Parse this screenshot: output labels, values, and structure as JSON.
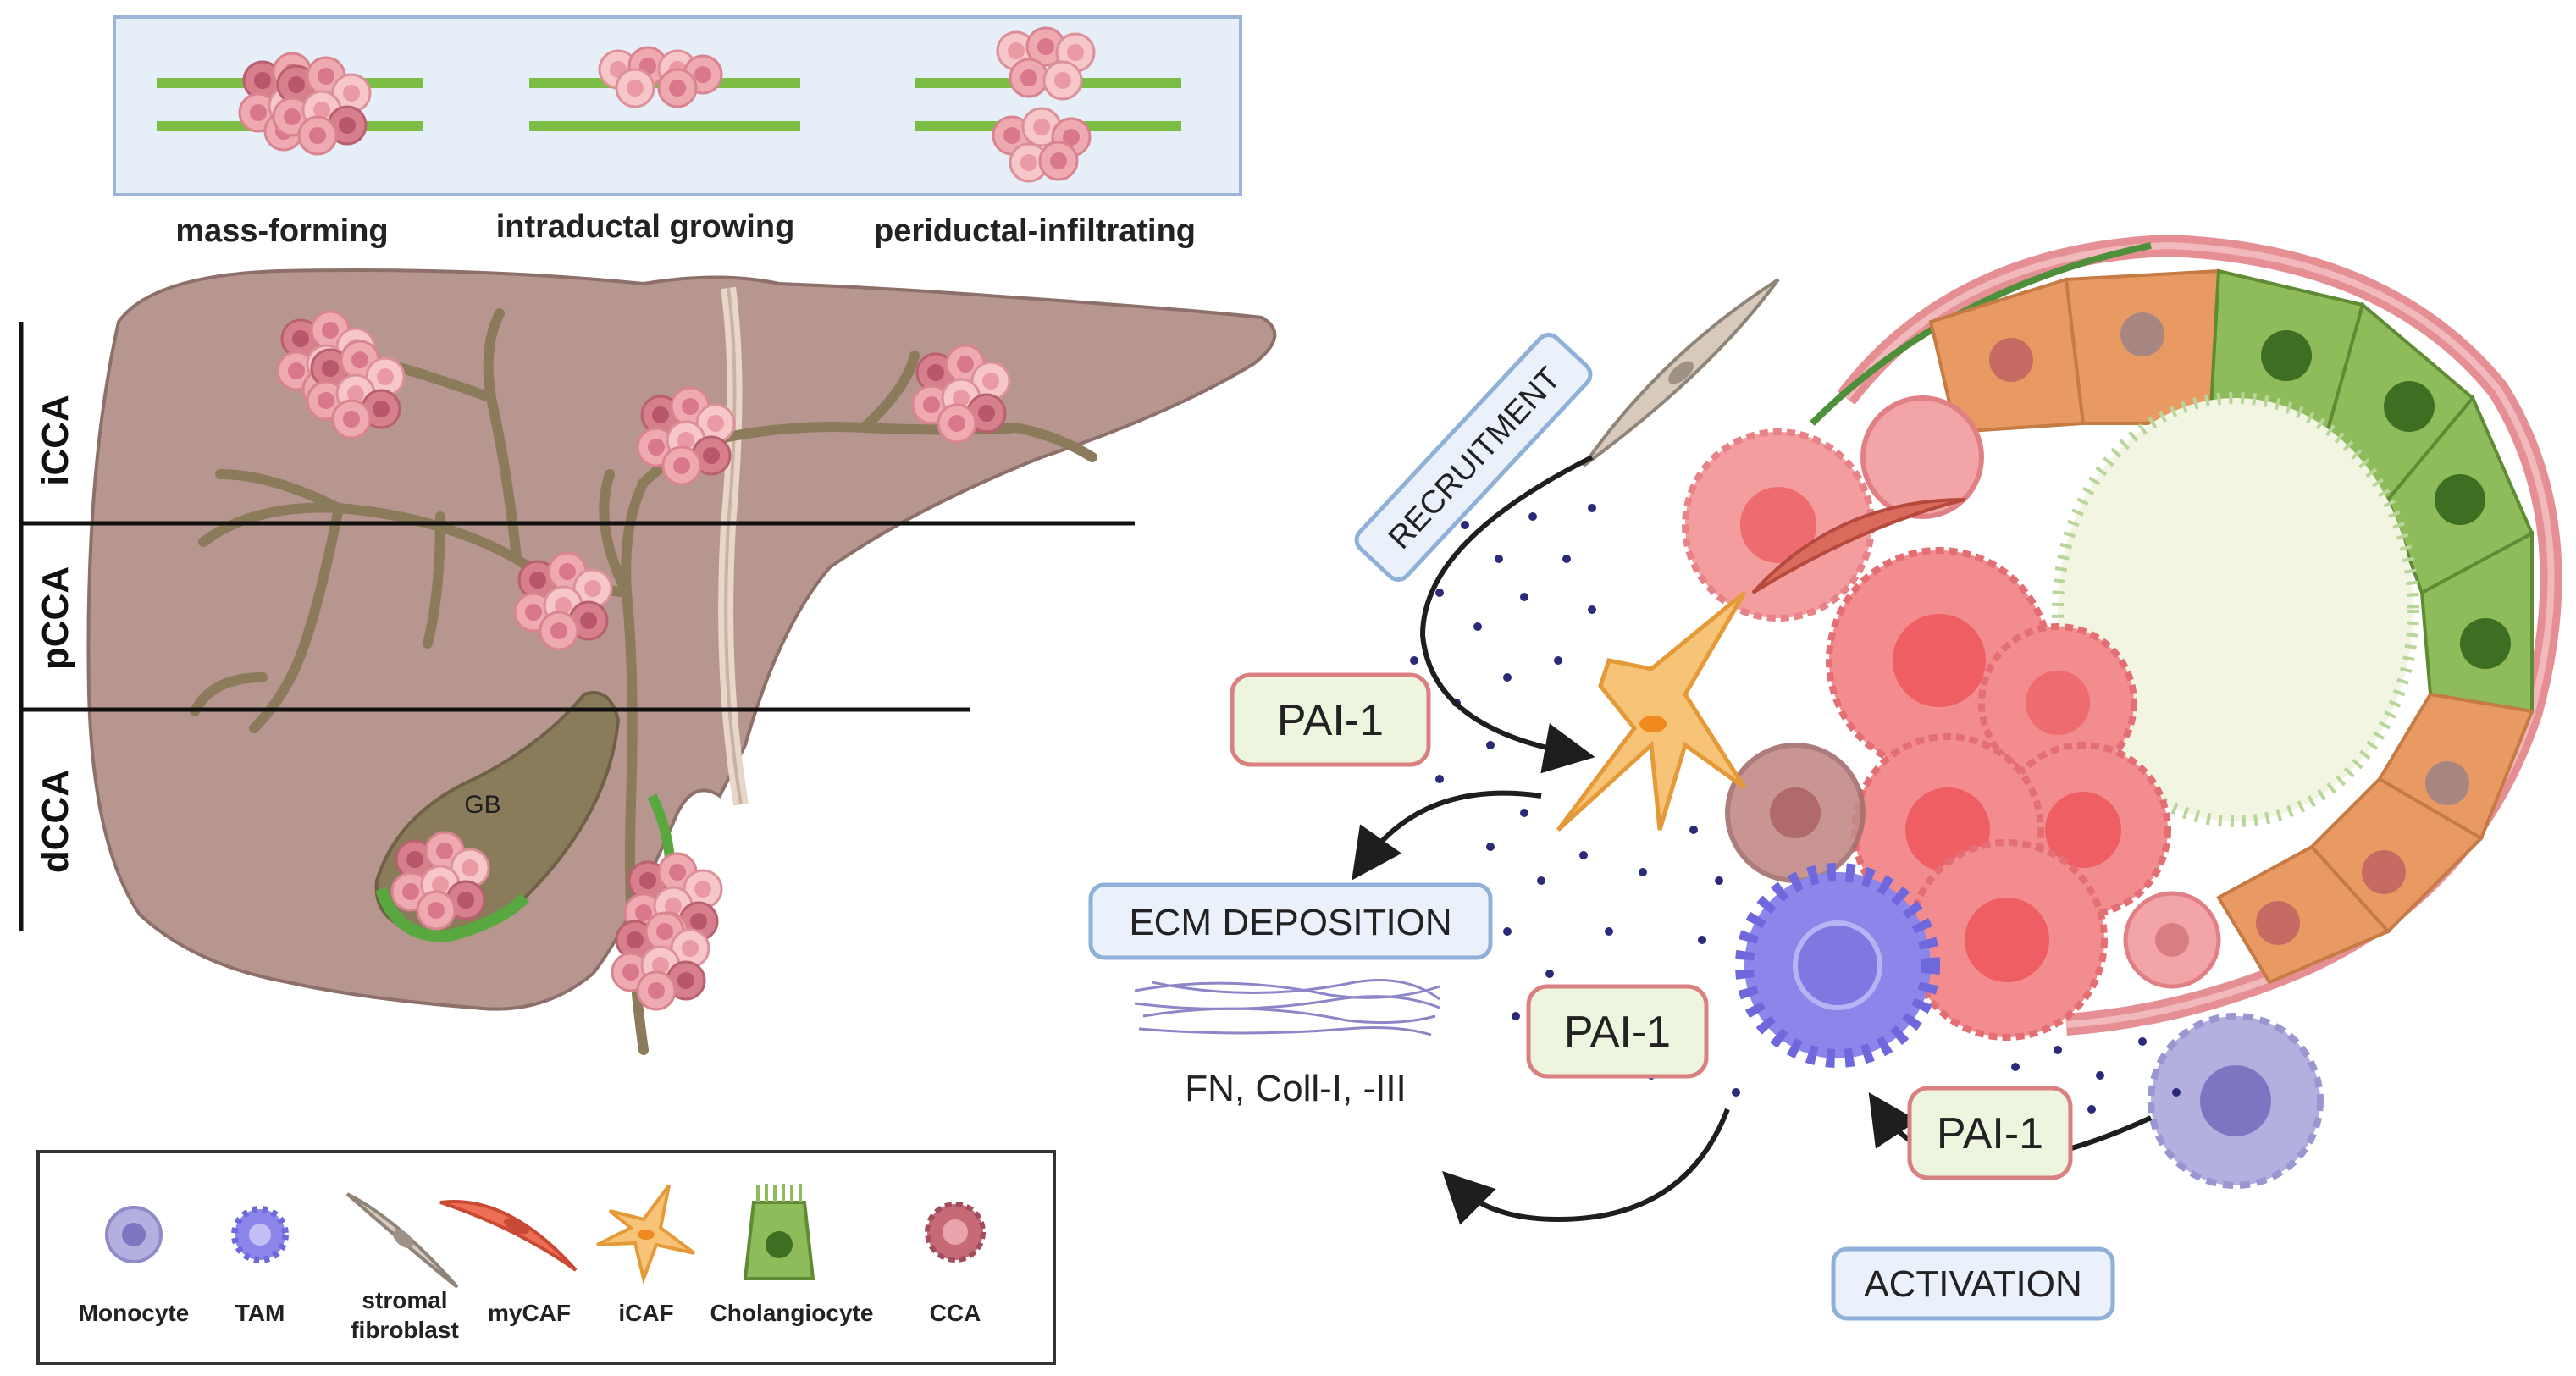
{
  "growth_types": {
    "mass_forming": "mass-forming",
    "intraductal": "intraductal growing",
    "periductal": "periductal-infiltrating"
  },
  "liver": {
    "iCCA": "iCCA",
    "pCCA": "pCCA",
    "dCCA": "dCCA",
    "gallbladder": "GB"
  },
  "microenvironment": {
    "recruitment": "RECRUITMENT",
    "ecm_deposition": "ECM DEPOSITION",
    "ecm_components": "FN, Coll-I, -III",
    "activation": "ACTIVATION",
    "pai1_labels": [
      "PAI-1",
      "PAI-1",
      "PAI-1"
    ]
  },
  "legend": {
    "items": [
      {
        "label": "Monocyte"
      },
      {
        "label": "TAM"
      },
      {
        "label": "stromal",
        "label2": "fibroblast"
      },
      {
        "label": "myCAF"
      },
      {
        "label": "iCAF"
      },
      {
        "label": "Cholangiocyte"
      },
      {
        "label": "CCA"
      }
    ]
  },
  "colors": {
    "liver": "#b79690",
    "duct": "#8e7c5e",
    "tumor_cluster": "#e8a0a8",
    "cca_cell": "#f07a7a",
    "pai1_fill": "#eef5df",
    "pai1_border": "#d98080",
    "label_box_fill": "#eaf1fb",
    "label_box_border": "#8fb0d8",
    "monocyte": "#b3b0e0",
    "tam": "#8c86ea",
    "cholangiocyte": "#8fbc5a",
    "icaf": "#f7c477",
    "mycaf": "#ef6f55"
  }
}
